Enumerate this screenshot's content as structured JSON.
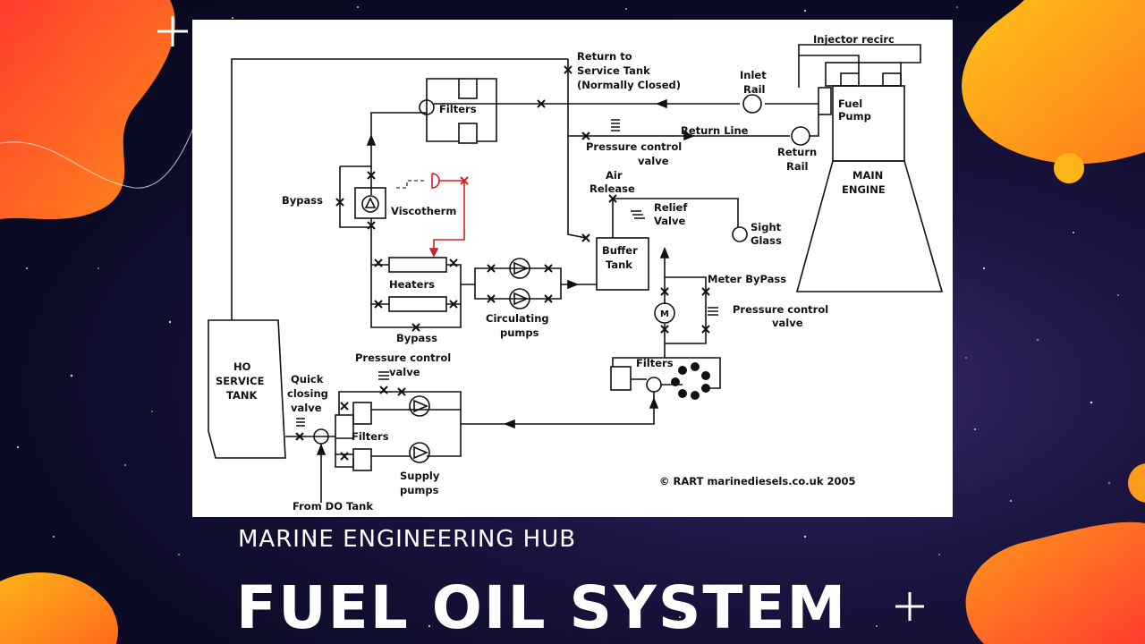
{
  "brand": "MARINE ENGINEERING HUB",
  "title": "FUEL OIL SYSTEM",
  "colors": {
    "orange_start": "#ff9f1a",
    "orange_end": "#ff3d2e",
    "accent_red": "#d42020",
    "card": "#ffffff"
  },
  "diagram": {
    "injector_recirc": "Injector recirc",
    "return_to_service_tank": "Return to",
    "return_to_service_tank_2": "Service Tank",
    "normally_closed": "(Normally Closed)",
    "inlet_rail": "Inlet",
    "inlet_rail_2": "Rail",
    "fuel_pump": "Fuel",
    "fuel_pump_2": "Pump",
    "return_line": "Return Line",
    "return_rail": "Return",
    "return_rail_2": "Rail",
    "filters_top": "Filters",
    "pressure_control_valve_top": "Pressure control",
    "pressure_control_valve_top_2": "valve",
    "main_engine": "MAIN",
    "main_engine_2": "ENGINE",
    "air_release": "Air",
    "air_release_2": "Release",
    "relief_valve": "Relief",
    "relief_valve_2": "Valve",
    "sight_glass": "Sight",
    "sight_glass_2": "Glass",
    "bypass_left": "Bypass",
    "viscotherm": "Viscotherm",
    "buffer_tank": "Buffer",
    "buffer_tank_2": "Tank",
    "heaters": "Heaters",
    "circulating_pumps": "Circulating",
    "circulating_pumps_2": "pumps",
    "bypass_heaters": "Bypass",
    "meter_bypass": "Meter ByPass",
    "pressure_control_valve_right": "Pressure control",
    "pressure_control_valve_right_2": "valve",
    "meter": "M",
    "ho_service_tank": "HO",
    "ho_service_tank_2": "SERVICE",
    "ho_service_tank_3": "TANK",
    "quick_closing_valve": "Quick",
    "quick_closing_valve_2": "closing",
    "quick_closing_valve_3": "valve",
    "pressure_control_valve_bottom": "Pressure control",
    "pressure_control_valve_bottom_2": "valve",
    "filters_bottom": "Filters",
    "filters_right": "Filters",
    "supply_pumps": "Supply",
    "supply_pumps_2": "pumps",
    "from_do_tank": "From DO Tank",
    "copyright": "© RART marinediesels.co.uk 2005"
  }
}
